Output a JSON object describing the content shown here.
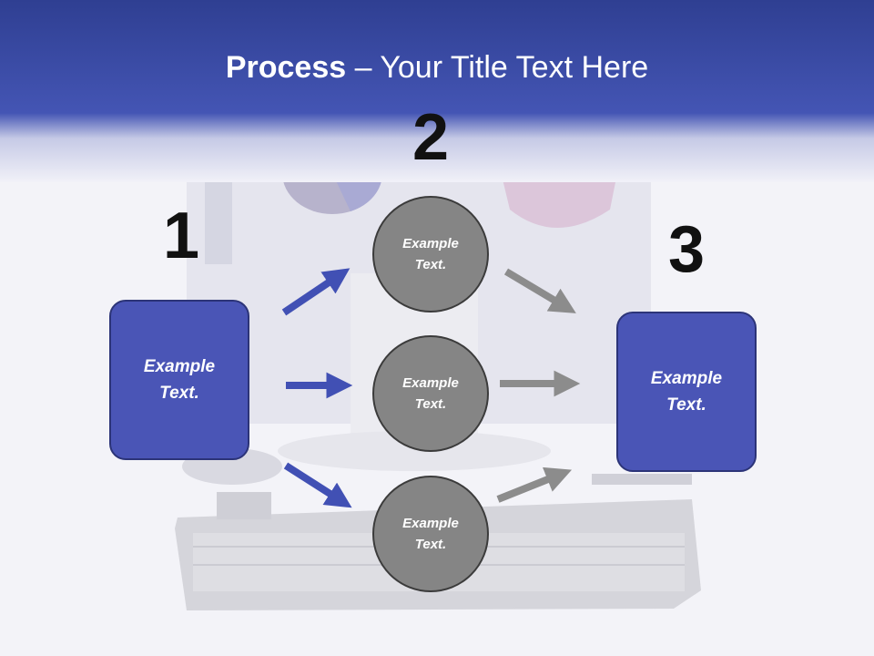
{
  "slide": {
    "title_bold": "Process",
    "title_rest": " – Your Title Text Here"
  },
  "steps": {
    "step1": {
      "number": "1",
      "text": [
        "Example",
        "Text."
      ]
    },
    "step2": {
      "number": "2"
    },
    "step3": {
      "number": "3",
      "text": [
        "Example",
        "Text."
      ]
    }
  },
  "circles": [
    {
      "text": [
        "Example",
        "Text."
      ]
    },
    {
      "text": [
        "Example",
        "Text."
      ]
    },
    {
      "text": [
        "Example",
        "Text."
      ]
    }
  ],
  "colors": {
    "header": "#3d4daa",
    "box_fill": "#4a55b6",
    "circle_fill": "#858585",
    "blue_arrow": "#4150b4",
    "gray_arrow": "#8c8c8c"
  }
}
